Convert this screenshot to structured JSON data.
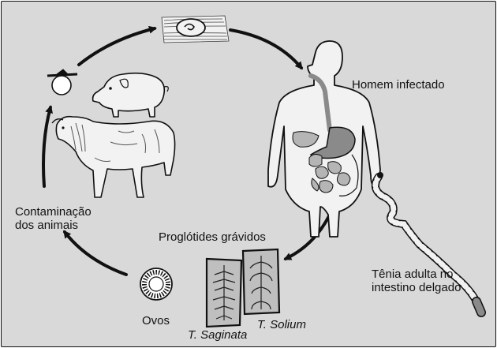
{
  "labels": {
    "host": "Homem infectado",
    "contamination_line1": "Contaminação",
    "contamination_line2": "dos animais",
    "proglottids": "Proglótides grávidos",
    "adult_line1": "Tênia adulta no",
    "adult_line2": "intestino delgado",
    "eggs": "Ovos",
    "saginata": "T. Saginata",
    "solium": "T. Solium"
  },
  "colors": {
    "background": "#d9d9d9",
    "ink": "#111111",
    "organ_fill": "#8a8a8a",
    "organ_light": "#b5b5b5",
    "tissue": "#f2f2f2"
  },
  "icons": [
    "cyst-in-muscle-icon",
    "human-silhouette-icon",
    "pig-icon",
    "cow-icon",
    "cysticercus-icon",
    "egg-icon",
    "proglottid-saginata-icon",
    "proglottid-solium-icon",
    "adult-tapeworm-icon"
  ]
}
